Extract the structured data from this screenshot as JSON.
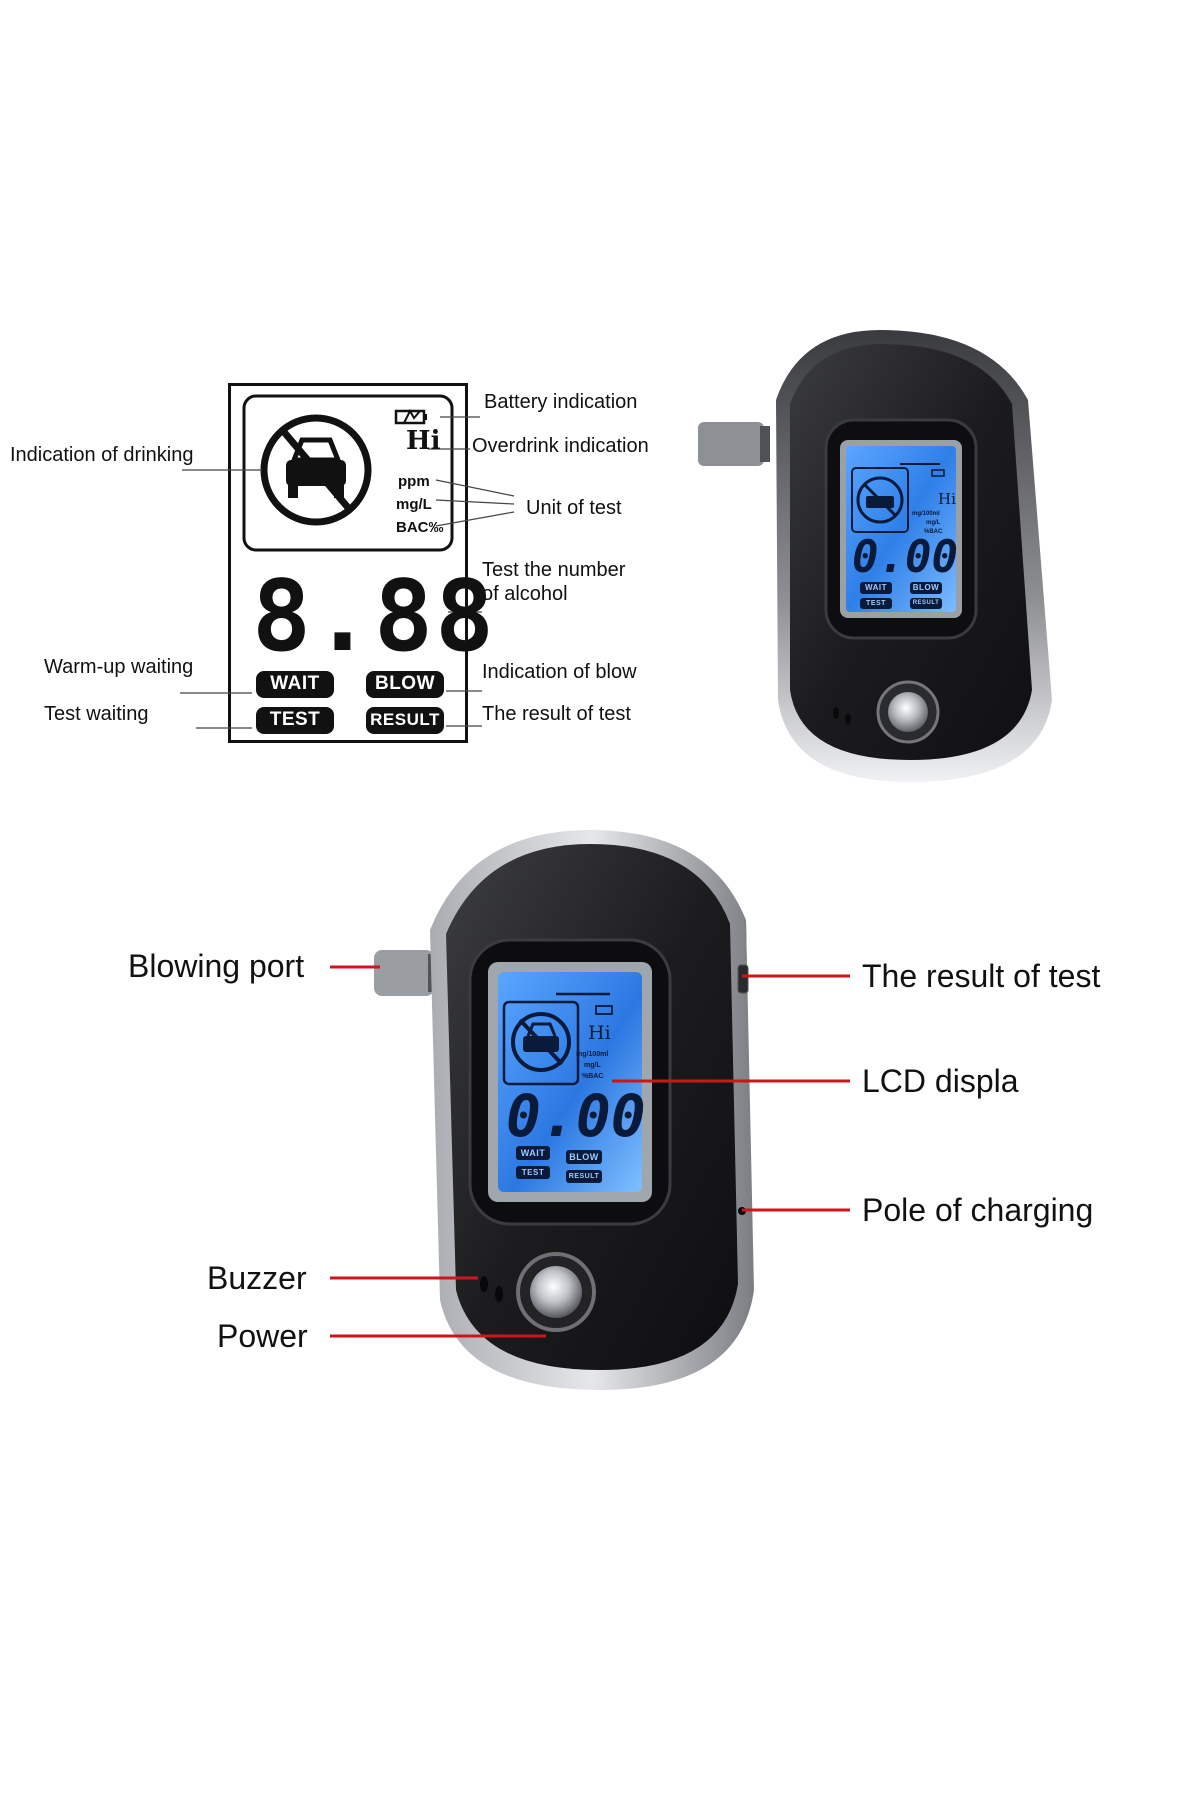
{
  "diagram_labels": {
    "battery": "Battery indication",
    "overdrink": "Overdrink indication",
    "drinking": "Indication of drinking",
    "unit": "Unit of test",
    "number_line1": "Test the number",
    "number_line2": "of alcohol",
    "warmup": "Warm-up waiting",
    "blow": "Indication of blow",
    "test_waiting": "Test waiting",
    "result": "The result of test"
  },
  "lcd_diagram": {
    "hi": "Hi",
    "unit_ppm": "ppm",
    "unit_mgl": "mg/L",
    "unit_bac": "BAC‰",
    "digits": "8.88",
    "wait": "WAIT",
    "blow": "BLOW",
    "test": "TEST",
    "result": "RESULT"
  },
  "device_screen": {
    "hi": "Hi",
    "unit_mg100ml": "mg/100ml",
    "unit_mgl": "mg/L",
    "unit_bac": "%BAC",
    "digits": "0.00",
    "wait": "WAIT",
    "blow": "BLOW",
    "test": "TEST",
    "result": "RESULT"
  },
  "device_labels": {
    "blowing_port": "Blowing port",
    "result_of_test": "The result of test",
    "lcd_display": "LCD displa",
    "pole_of_charging": "Pole of charging",
    "buzzer": "Buzzer",
    "power": "Power"
  },
  "colors": {
    "callout_red": "#d0141b",
    "lcd_blue": "#2f7fe8",
    "device_black": "#1b1b1d",
    "chrome": "#c9cbd0"
  }
}
